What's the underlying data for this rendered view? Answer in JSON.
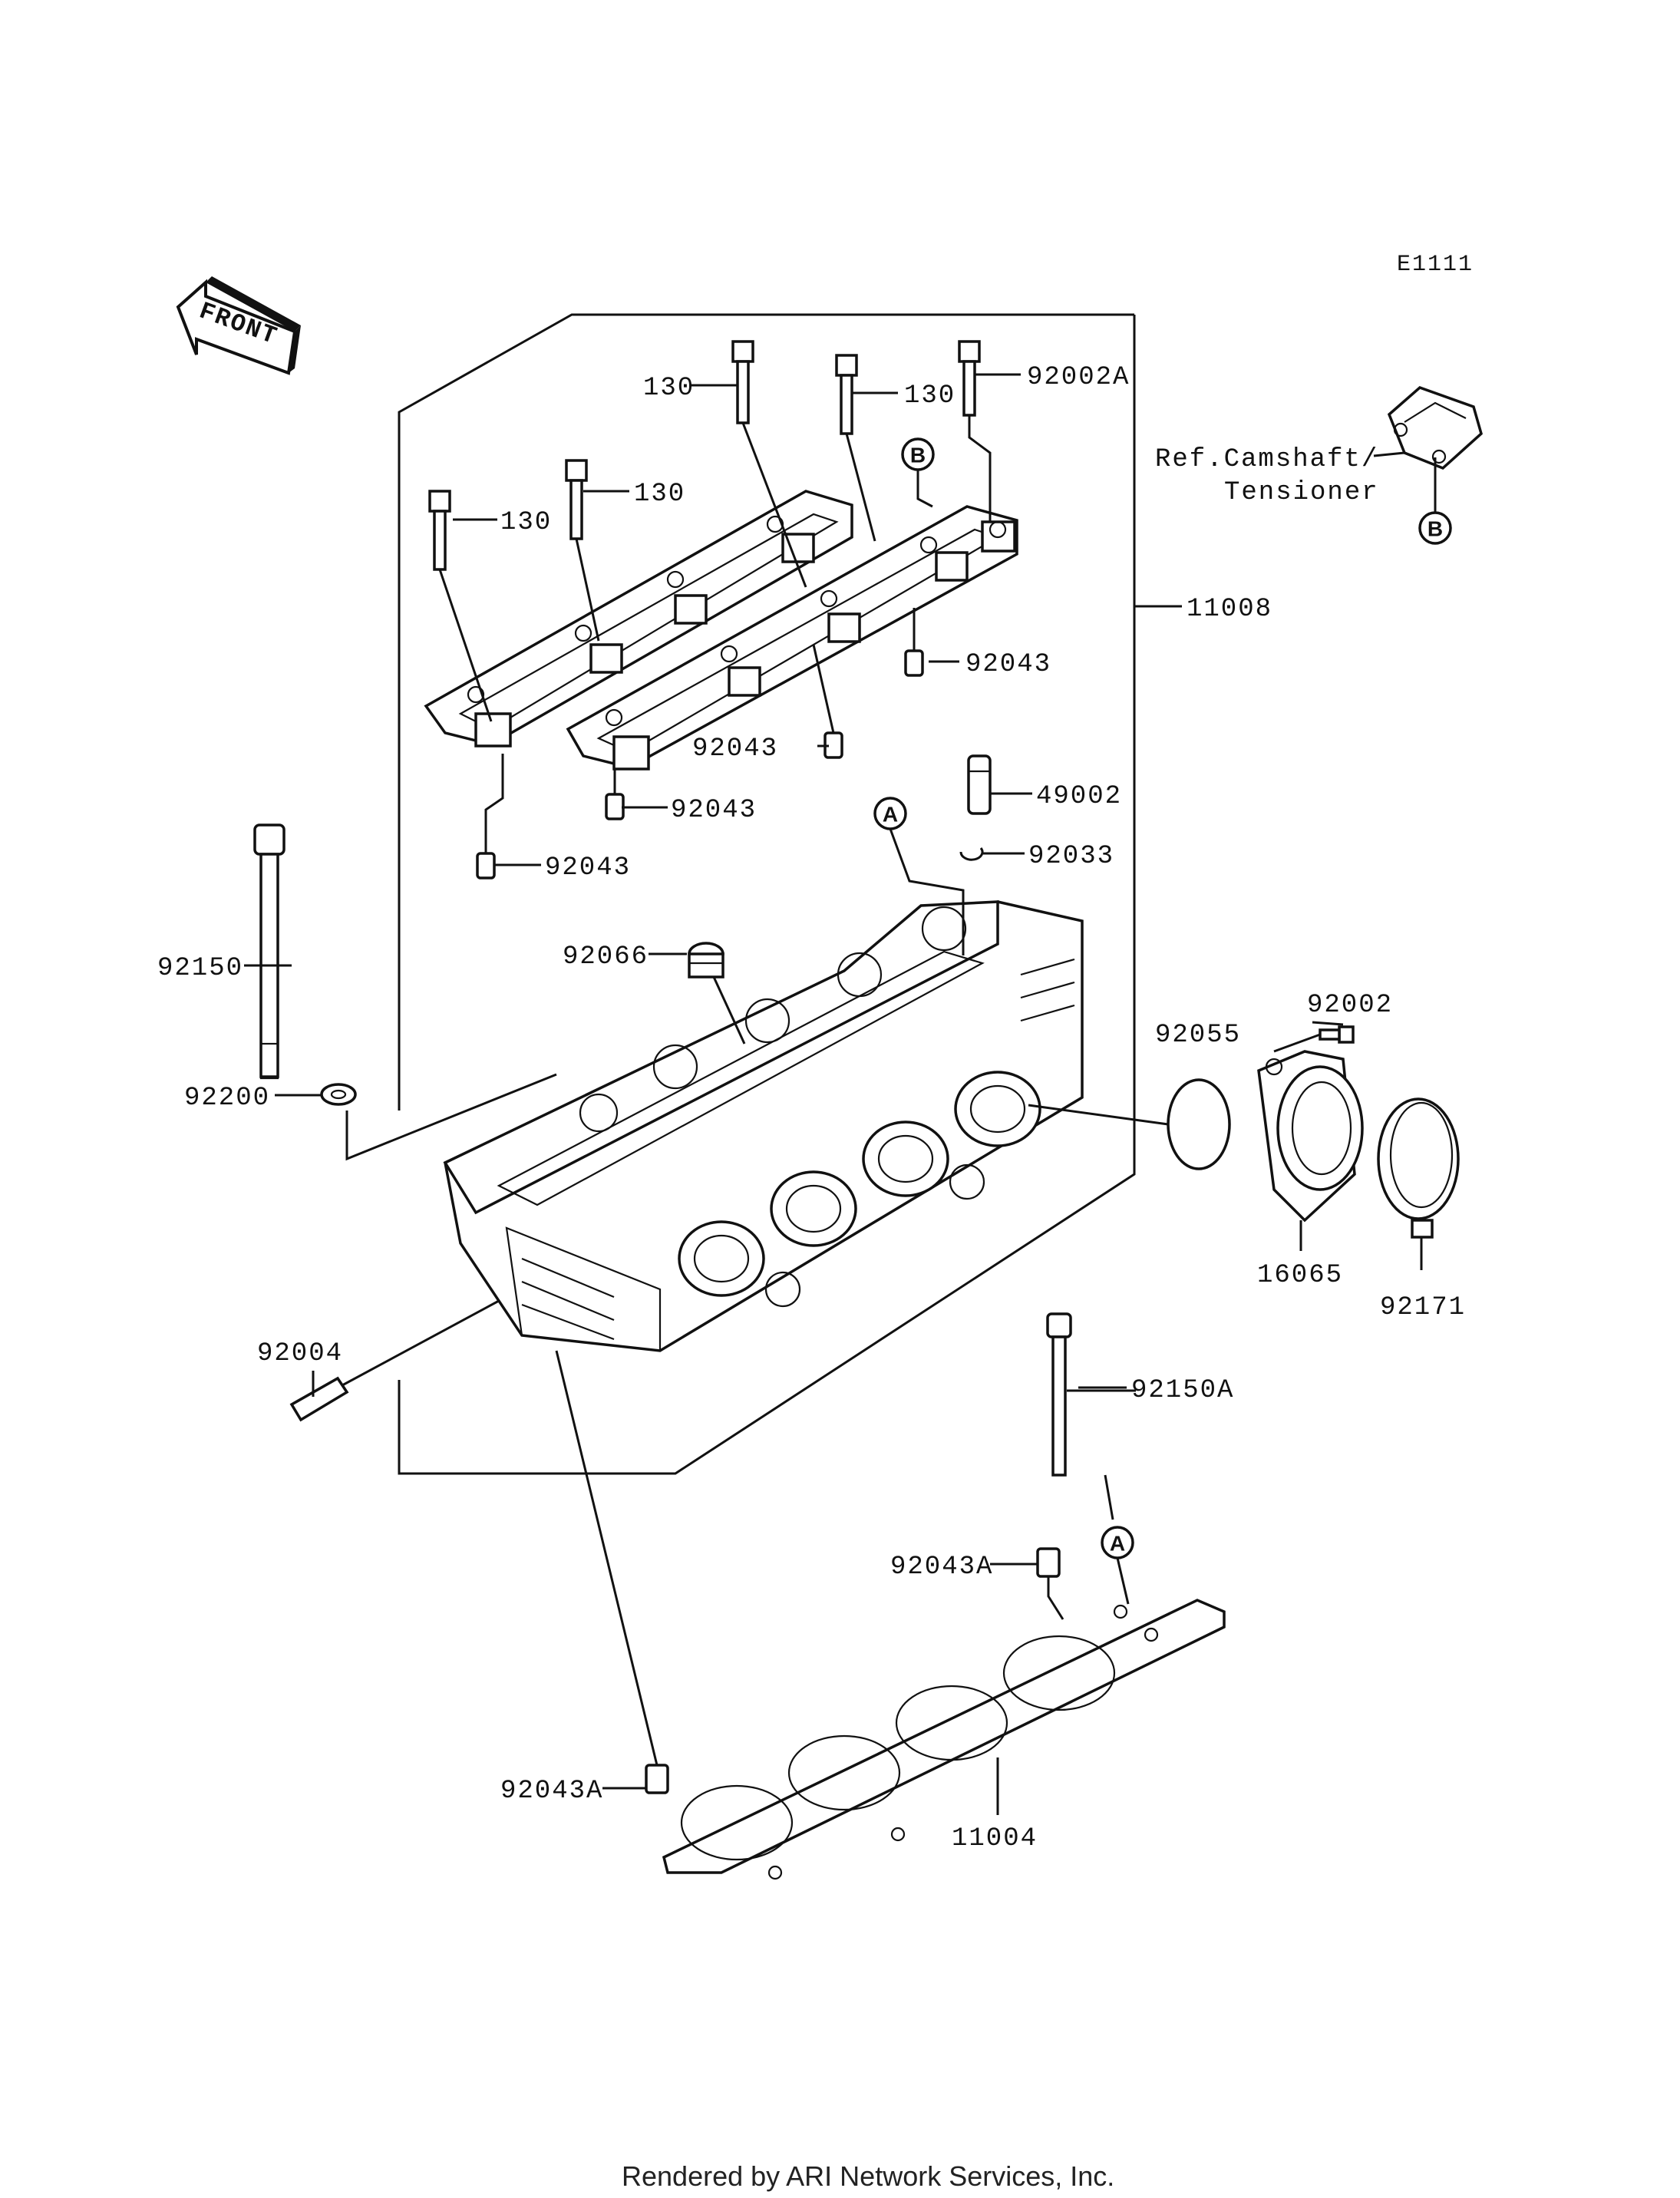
{
  "diagram_code": "E1111",
  "front_label": "FRONT",
  "reference_text_1": "Ref.Camshaft/",
  "reference_text_2": "Tensioner",
  "markers": {
    "a": "A",
    "b": "B"
  },
  "part_numbers": {
    "bolt_130_a": "130",
    "bolt_130_b": "130",
    "bolt_130_c": "130",
    "bolt_130_d": "130",
    "bolt_92002a": "92002A",
    "cylinder_head_assy": "11008",
    "dowel_92043_a": "92043",
    "dowel_92043_b": "92043",
    "dowel_92043_c": "92043",
    "dowel_92043_d": "92043",
    "valve_guide_49002": "49002",
    "ring_92033": "92033",
    "plug_92066": "92066",
    "head_bolt_92150": "92150",
    "washer_92200": "92200",
    "oring_92055": "92055",
    "bolt_92002": "92002",
    "holder_16065": "16065",
    "clamp_92171": "92171",
    "stud_92004": "92004",
    "bolt_92150a": "92150A",
    "dowel_92043a_a": "92043A",
    "dowel_92043a_b": "92043A",
    "gasket_11004": "11004"
  },
  "footer": "Rendered by ARI Network Services, Inc."
}
